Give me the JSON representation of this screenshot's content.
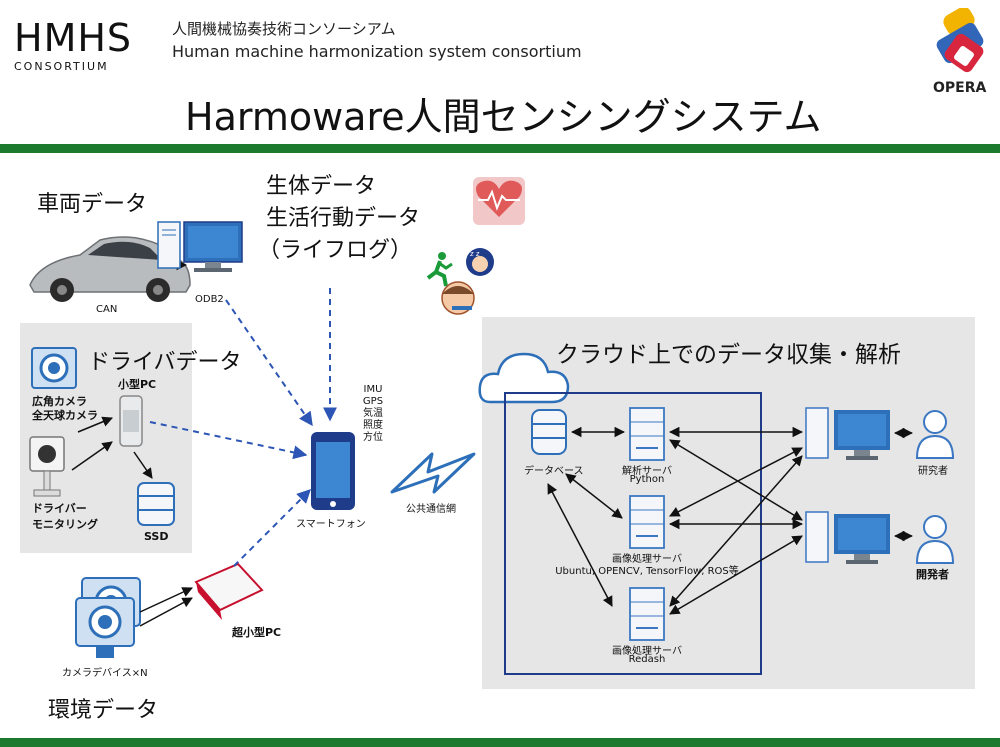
{
  "header": {
    "logo_main": "HMHS",
    "logo_sub": "CONSORTIUM",
    "org_jp": "人間機械協奏技術コンソーシアム",
    "org_en": "Human machine harmonization system consortium",
    "title": "Harmoware人間センシングシステム",
    "opera_label": "OPERA"
  },
  "sections": {
    "vehicle": "車両データ",
    "bio_line1": "生体データ",
    "bio_line2": "生活行動データ",
    "bio_line3": "（ライフログ）",
    "driver": "ドライバデータ",
    "environment": "環境データ",
    "cloud_title": "クラウド上でのデータ収集・解析"
  },
  "labels": {
    "can": "CAN",
    "odb2": "ODB2",
    "small_pc": "小型PC",
    "wide_camera_1": "広角カメラ",
    "wide_camera_2": "全天球カメラ",
    "driver_mon_1": "ドライバー",
    "driver_mon_2": "モニタリング",
    "ssd": "SSD",
    "sensors": [
      "IMU",
      "GPS",
      "気温",
      "照度",
      "方位"
    ],
    "smartphone": "スマートフォン",
    "public_network": "公共通信網",
    "ultra_small_pc": "超小型PC",
    "camera_devices": "カメラデバイス×N",
    "database": "データベース",
    "analysis_server_1": "解析サーバ",
    "analysis_server_2": "Python",
    "image_server_1": "画像処理サーバ",
    "image_server_2": "Ubuntu, OPENCV, TensorFlow, ROS等",
    "redash_server_1": "画像処理サーバ",
    "redash_server_2": "Redash",
    "researcher": "研究者",
    "developer": "開発者"
  },
  "colors": {
    "green_band": "#1b7a2e",
    "panel_gray": "#e6e6e6",
    "dashed_blue": "#2c55b5",
    "cloud_border": "#1f3c8a",
    "monitor_blue": "#2d6fb8",
    "server_blue": "#3b77c2"
  }
}
